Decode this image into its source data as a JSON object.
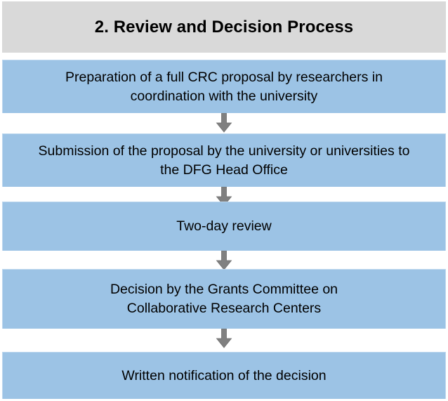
{
  "header": {
    "title": "2. Review and Decision Process",
    "background_color": "#d9d9d9",
    "text_color": "#000000"
  },
  "theme": {
    "box_color": "#9cc3e5",
    "box_border_color": "#bdd7ee",
    "arrow_color": "#808080",
    "arrow_border_color": "#7f7f7f",
    "page_background": "#ffffff"
  },
  "flow": {
    "steps": [
      {
        "index": 1,
        "label": "Preparation of a full CRC proposal by researchers in\ncoordination with the university"
      },
      {
        "index": 2,
        "label": "Submission of the proposal by the university or universities to\nthe DFG Head Office"
      },
      {
        "index": 3,
        "label": "Two-day review"
      },
      {
        "index": 4,
        "label": "Decision by the Grants Committee on\nCollaborative Research Centers"
      },
      {
        "index": 5,
        "label": "Written notification of the decision"
      }
    ],
    "connectors": [
      {
        "from": 1,
        "to": 2,
        "icon": "down-arrow-icon"
      },
      {
        "from": 2,
        "to": 3,
        "icon": "down-arrow-icon"
      },
      {
        "from": 3,
        "to": 4,
        "icon": "down-arrow-icon"
      },
      {
        "from": 4,
        "to": 5,
        "icon": "down-arrow-icon"
      }
    ]
  }
}
